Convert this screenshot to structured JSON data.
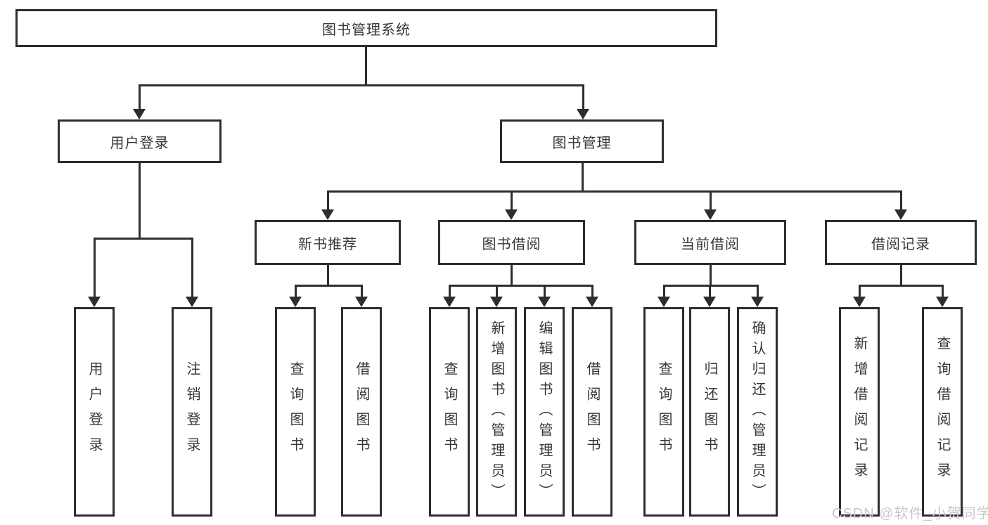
{
  "diagram_type": "hierarchy-tree",
  "tree": {
    "label": "图书管理系统",
    "children": [
      {
        "label": "用户登录",
        "children": [
          {
            "label": "用户登录"
          },
          {
            "label": "注销登录"
          }
        ]
      },
      {
        "label": "图书管理",
        "children": [
          {
            "label": "新书推荐",
            "children": [
              {
                "label": "查询图书"
              },
              {
                "label": "借阅图书"
              }
            ]
          },
          {
            "label": "图书借阅",
            "children": [
              {
                "label": "查询图书"
              },
              {
                "label": "新增图书（管理员）"
              },
              {
                "label": "编辑图书（管理员）"
              },
              {
                "label": "借阅图书"
              }
            ]
          },
          {
            "label": "当前借阅",
            "children": [
              {
                "label": "查询图书"
              },
              {
                "label": "归还图书"
              },
              {
                "label": "确认归还（管理员）"
              }
            ]
          },
          {
            "label": "借阅记录",
            "children": [
              {
                "label": "新增借阅记录"
              },
              {
                "label": "查询借阅记录"
              }
            ]
          }
        ]
      }
    ]
  },
  "watermark": "CSDN @软件_小贺同学",
  "colors": {
    "line": "#2e2e2e",
    "text": "#35373c",
    "watermark": "#c8c8c8",
    "background": "#ffffff"
  }
}
